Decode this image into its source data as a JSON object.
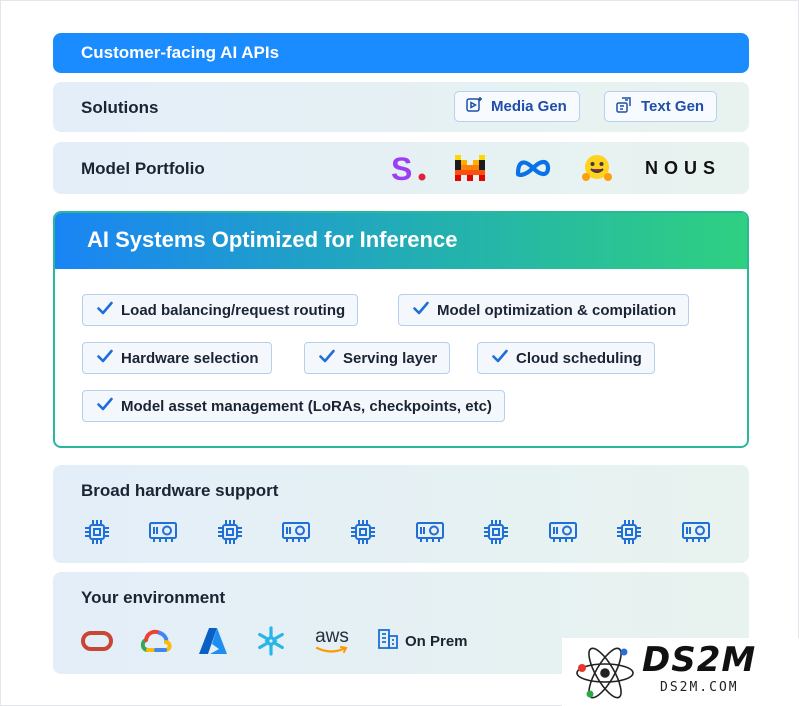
{
  "api_band": {
    "label": "Customer-facing AI APIs"
  },
  "solutions": {
    "title": "Solutions",
    "buttons": [
      {
        "label": "Media Gen",
        "icon": "media-gen-icon"
      },
      {
        "label": "Text Gen",
        "icon": "text-gen-icon"
      }
    ]
  },
  "model_portfolio": {
    "title": "Model Portfolio",
    "logos": [
      "stability-ai-logo",
      "mistral-logo",
      "meta-logo",
      "hugging-face-logo",
      "nous-logo"
    ],
    "nous_text": "NOUS"
  },
  "inference": {
    "title": "AI Systems Optimized for Inference",
    "features": [
      "Load balancing/request routing",
      "Model optimization & compilation",
      "Hardware selection",
      "Serving layer",
      "Cloud scheduling",
      "Model asset management (LoRAs, checkpoints, etc)"
    ]
  },
  "hardware": {
    "title": "Broad hardware support",
    "icons": [
      "chip-icon",
      "gpu-card-icon",
      "chip-icon",
      "gpu-card-icon",
      "chip-icon",
      "gpu-card-icon",
      "chip-icon",
      "gpu-card-icon",
      "chip-icon",
      "gpu-card-icon"
    ]
  },
  "environment": {
    "title": "Your environment",
    "providers": [
      "oracle-logo",
      "google-cloud-logo",
      "azure-logo",
      "snowflake-logo",
      "aws-logo"
    ],
    "aws_text": "aws",
    "on_prem_label": "On Prem"
  },
  "watermark": {
    "title": "DS2M",
    "subtitle": "DS2M.COM"
  },
  "colors": {
    "api_blue": "#1a8cff",
    "gradient_start": "#1a84f5",
    "gradient_end": "#2fd081",
    "icon_blue": "#1f6fd6",
    "accent_navy": "#1f4fa8"
  }
}
